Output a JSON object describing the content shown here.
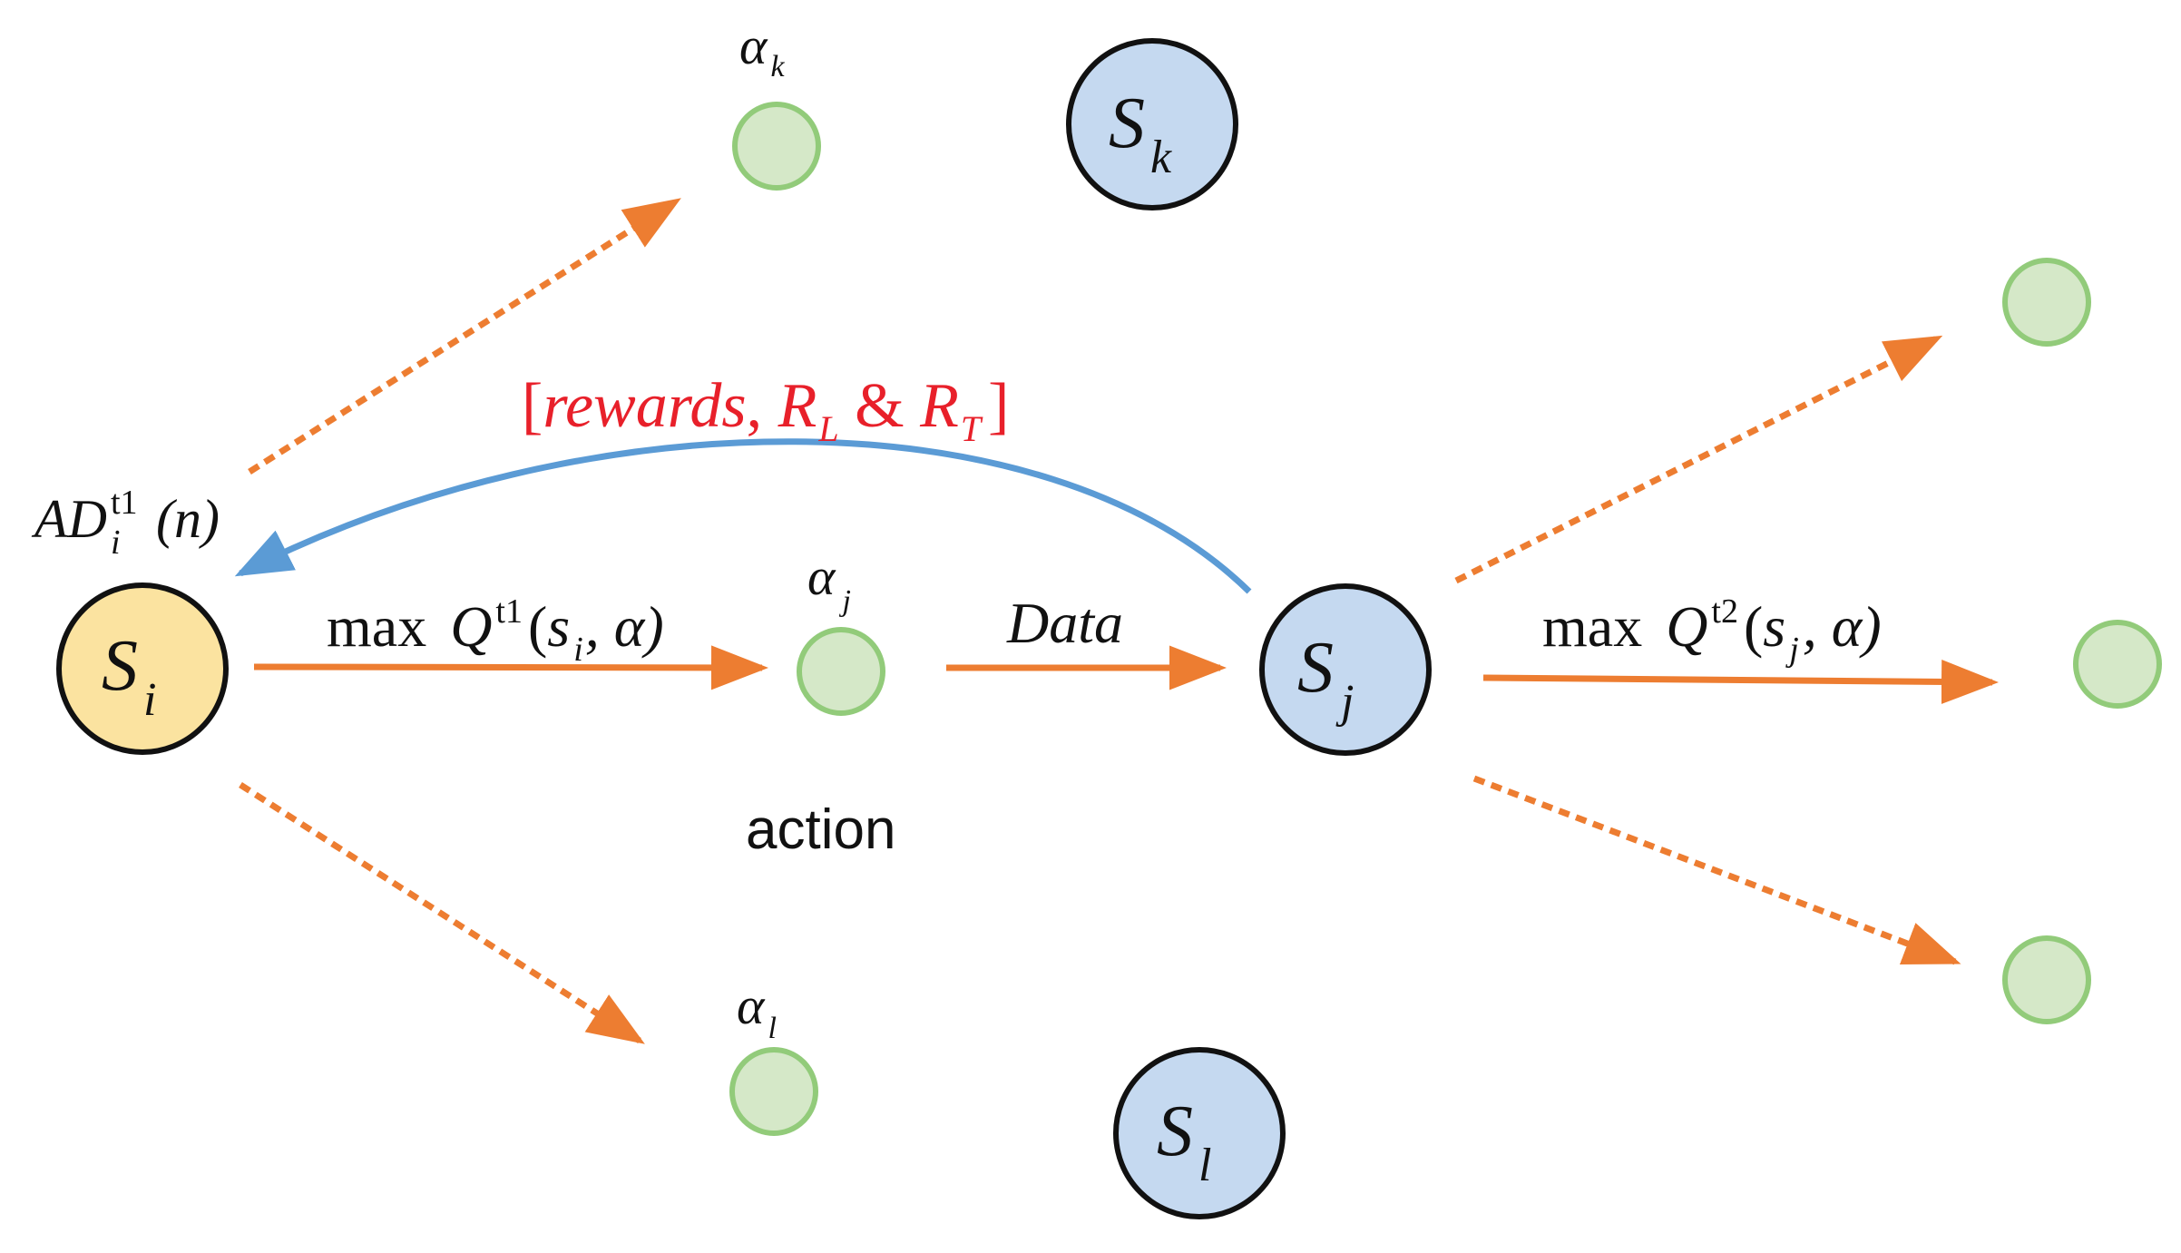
{
  "colors": {
    "orange": "#ED7D31",
    "blue_arrow": "#5B9BD5",
    "red_text": "#E8202A",
    "state_blue_fill": "#C5D9F0",
    "state_yellow_fill": "#FBE3A0",
    "action_green_fill": "#D5E8C8",
    "action_green_stroke": "#92CB7A",
    "outline": "#111111"
  },
  "nodes": {
    "s_i": {
      "main": "S",
      "sub": "i"
    },
    "s_j": {
      "main": "S",
      "sub": "j"
    },
    "s_k": {
      "main": "S",
      "sub": "k"
    },
    "s_l": {
      "main": "S",
      "sub": "l"
    }
  },
  "actions": {
    "alpha_k": {
      "main": "α",
      "sub": "k"
    },
    "alpha_j": {
      "main": "α",
      "sub": "j"
    },
    "alpha_l": {
      "main": "α",
      "sub": "l"
    }
  },
  "labels": {
    "ad": {
      "main": "AD",
      "sup": "t1",
      "sub": "i",
      "arg": "(n)"
    },
    "q1": {
      "op": "max",
      "Q": "Q",
      "sup": "t1",
      "open": "(",
      "s": "s",
      "sub": "i",
      "rest": ", α)"
    },
    "q2": {
      "op": "max",
      "Q": "Q",
      "sup": "t2",
      "open": "(",
      "s": "s",
      "sub": "j",
      "rest": ", α)"
    },
    "data": "Data",
    "action": "action",
    "rewards": {
      "open": "[",
      "word": "rewards",
      "comma": ", ",
      "R": "R",
      "subL": "L",
      "amp": " & ",
      "R2": "R",
      "subT": "T",
      "close": "]"
    }
  }
}
